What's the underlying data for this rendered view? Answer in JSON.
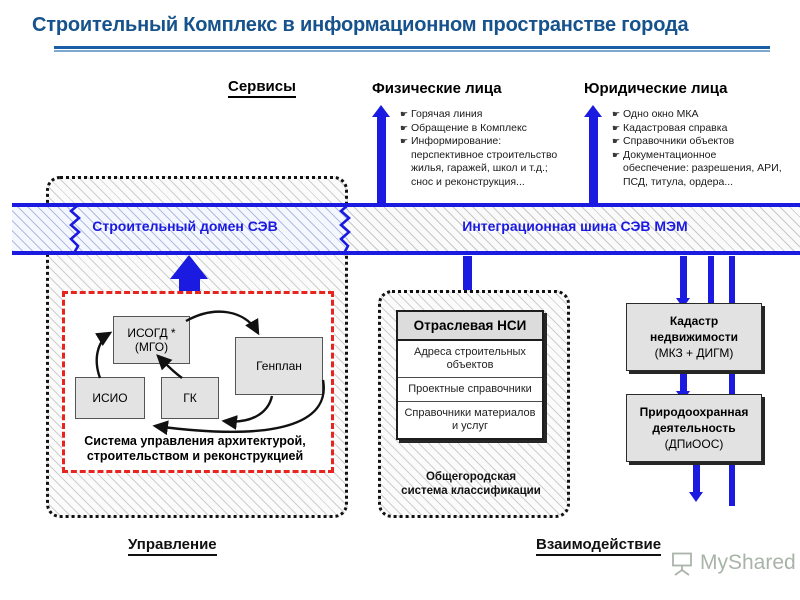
{
  "title": "Строительный Комплекс в информационном пространстве города",
  "columns": {
    "services_label": "Сервисы",
    "individuals": {
      "heading": "Физические лица",
      "items": [
        {
          "text": "Горячая линия",
          "sub": ""
        },
        {
          "text": "Обращение в Комплекс",
          "sub": ""
        },
        {
          "text": "Информирование:",
          "sub": "перспективное строительство жилья, гаражей, школ и т.д.; снос и реконструкция..."
        }
      ]
    },
    "legal_entities": {
      "heading": "Юридические лица",
      "items": [
        {
          "text": "Одно окно МКА",
          "sub": ""
        },
        {
          "text": "Кадастровая справка",
          "sub": ""
        },
        {
          "text": "Справочники объектов",
          "sub": ""
        },
        {
          "text": "Документационное",
          "sub": "обеспечение: разрешения, АРИ, ПСД, титула, ордера..."
        }
      ]
    }
  },
  "band": {
    "left_label": "Строительный домен СЭВ",
    "right_label": "Интеграционная шина СЭВ МЭМ"
  },
  "management_block": {
    "boxes": [
      {
        "id": "isogd",
        "line1": "ИСОГД *",
        "line2": "(МГО)"
      },
      {
        "id": "genplan",
        "line1": "Генплан",
        "line2": ""
      },
      {
        "id": "isio",
        "line1": "ИСИО",
        "line2": ""
      },
      {
        "id": "gk",
        "line1": "ГК",
        "line2": ""
      }
    ],
    "caption_line1": "Система управления архитектурой,",
    "caption_line2": "строительством и реконструкцией"
  },
  "nsi_block": {
    "header": "Отраслевая НСИ",
    "rows": [
      "Адреса строительных объектов",
      "Проектные справочники",
      "Справочники материалов и услуг"
    ],
    "caption_line1": "Общегородская",
    "caption_line2": "система классификации"
  },
  "right_blocks": [
    {
      "id": "cadastre",
      "line1": "Кадастр",
      "line2": "недвижимости",
      "line3": "(МКЗ + ДИГМ)"
    },
    {
      "id": "environment",
      "line1": "Природоохранная",
      "line2": "деятельность",
      "line3": "(ДПиООС)"
    }
  ],
  "bottom_labels": {
    "left": "Управление",
    "right": "Взаимодействие"
  },
  "watermark": {
    "text": "MyShared",
    "icon": "easel-icon"
  },
  "icons": {
    "bullet": "hand-pointer-bullet-icon"
  },
  "colors": {
    "title_blue": "#16528c",
    "arrow_blue": "#1a1ae0",
    "red_dash": "#e8241f",
    "box_gray": "#e2e2e2"
  }
}
